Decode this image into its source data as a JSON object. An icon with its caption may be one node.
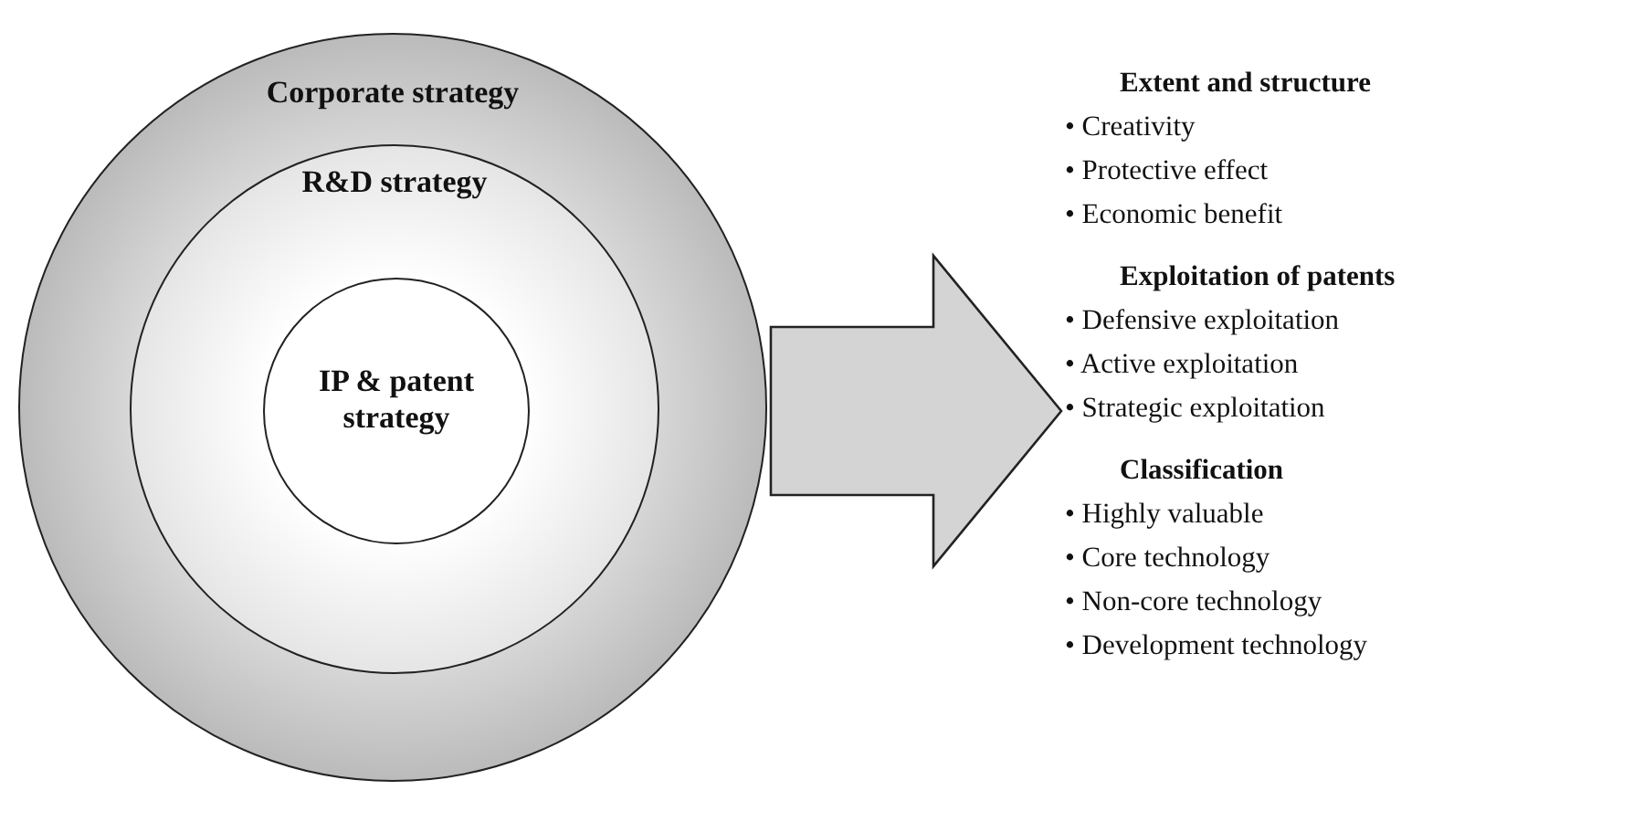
{
  "diagram": {
    "nodes": [
      {
        "text": [
          "Corporate strategy"
        ]
      },
      {
        "text": [
          "R&D strategy"
        ],
        "in": 0
      },
      {
        "text": [
          "IP & patent strategy"
        ],
        "in": 1
      },
      {
        "text": [
          "Extent and structure",
          "• Creativity",
          "• Protective effect",
          "• Economic benefit",
          "Exploitation of patents",
          "• Defensive exploitation",
          "• Active exploitation",
          "• Strategic exploitation",
          "Classification",
          "• Highly valuable",
          "• Core technology",
          "• Non-core technology",
          "• Development technology"
        ]
      }
    ],
    "edges": [
      {
        "from": 0,
        "to": 3,
        "arrow": "to",
        "style": "thick"
      }
    ]
  }
}
